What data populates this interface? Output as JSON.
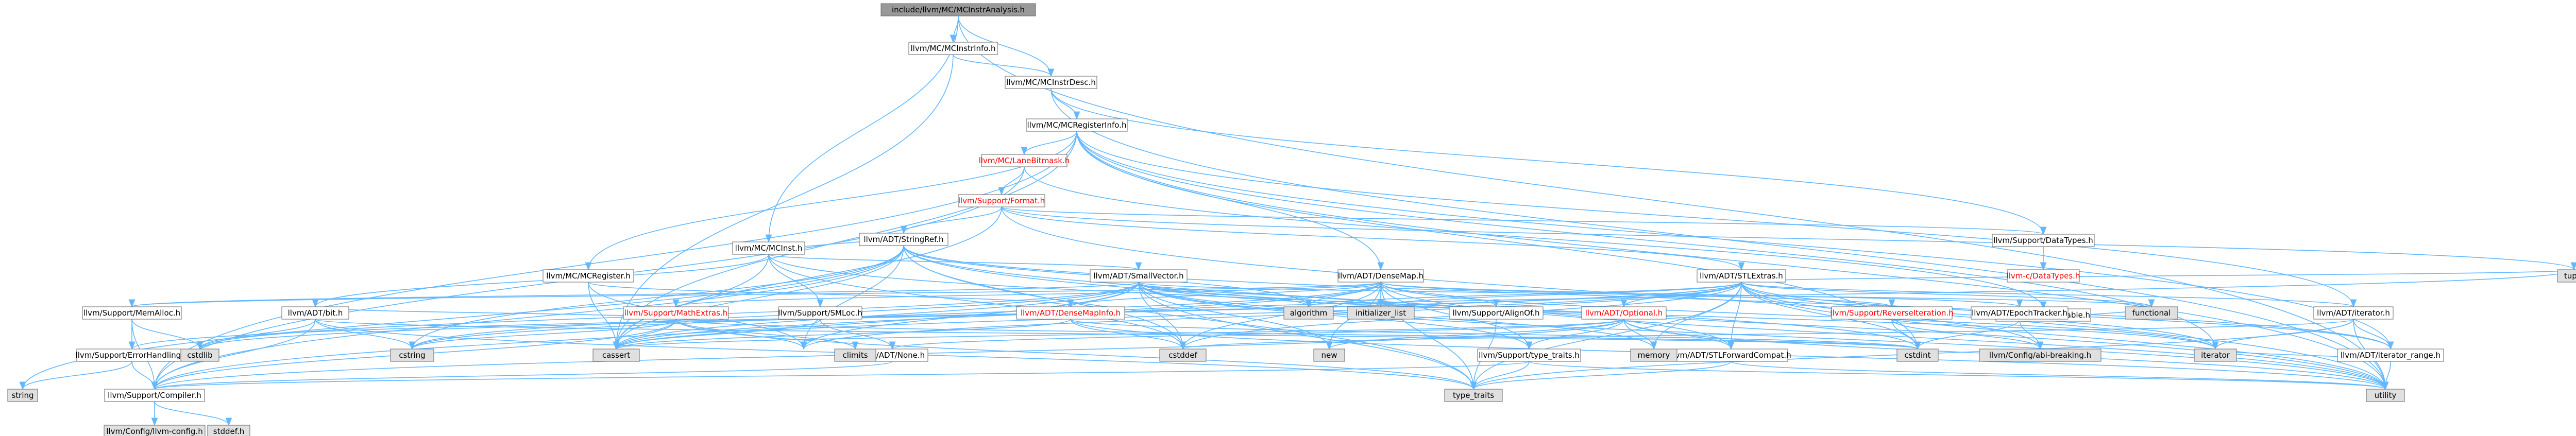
{
  "graph": {
    "edge_color": "#63b8ff",
    "node_fill": "#ffffff",
    "node_fill_external": "#e0e0e0",
    "node_fill_focus": "#999999",
    "red_label_color": "#ff0000",
    "nodes": [
      {
        "id": "root",
        "label": "include/llvm/MC/MCInstrAnalysis.h",
        "kind": "focus"
      },
      {
        "id": "mcinstrinfo",
        "label": "llvm/MC/MCInstrInfo.h",
        "kind": "normal"
      },
      {
        "id": "mcinstrdesc",
        "label": "llvm/MC/MCInstrDesc.h",
        "kind": "normal"
      },
      {
        "id": "mcreginfo",
        "label": "llvm/MC/MCRegisterInfo.h",
        "kind": "normal"
      },
      {
        "id": "mclanebitmask",
        "label": "llvm/MC/LaneBitmask.h",
        "kind": "red"
      },
      {
        "id": "mcinst",
        "label": "llvm/MC/MCInst.h",
        "kind": "normal"
      },
      {
        "id": "format",
        "label": "llvm/Support/Format.h",
        "kind": "red"
      },
      {
        "id": "datatypes",
        "label": "llvm/Support/DataTypes.h",
        "kind": "normal"
      },
      {
        "id": "cdatatypes",
        "label": "llvm-c/DataTypes.h",
        "kind": "red"
      },
      {
        "id": "printable",
        "label": "llvm/Support/Printable.h",
        "kind": "normal"
      },
      {
        "id": "stringref",
        "label": "llvm/ADT/StringRef.h",
        "kind": "normal"
      },
      {
        "id": "mcregister",
        "label": "llvm/MC/MCRegister.h",
        "kind": "normal"
      },
      {
        "id": "smallvector",
        "label": "llvm/ADT/SmallVector.h",
        "kind": "normal"
      },
      {
        "id": "densemap",
        "label": "llvm/ADT/DenseMap.h",
        "kind": "normal"
      },
      {
        "id": "stlextras",
        "label": "llvm/ADT/STLExtras.h",
        "kind": "normal"
      },
      {
        "id": "iterator",
        "label": "llvm/ADT/iterator.h",
        "kind": "normal"
      },
      {
        "id": "memalloc",
        "label": "llvm/Support/MemAlloc.h",
        "kind": "normal"
      },
      {
        "id": "bit",
        "label": "llvm/ADT/bit.h",
        "kind": "normal"
      },
      {
        "id": "smloc",
        "label": "llvm/Support/SMLoc.h",
        "kind": "normal"
      },
      {
        "id": "mathextras",
        "label": "llvm/Support/MathExtras.h",
        "kind": "red"
      },
      {
        "id": "densemapinfo",
        "label": "llvm/ADT/DenseMapInfo.h",
        "kind": "red"
      },
      {
        "id": "alignof",
        "label": "llvm/Support/AlignOf.h",
        "kind": "normal"
      },
      {
        "id": "optional",
        "label": "llvm/ADT/Optional.h",
        "kind": "red"
      },
      {
        "id": "reverseiteration",
        "label": "llvm/Support/ReverseIteration.h",
        "kind": "red"
      },
      {
        "id": "epochtracker",
        "label": "llvm/ADT/EpochTracker.h",
        "kind": "normal"
      },
      {
        "id": "errorhandling",
        "label": "llvm/Support/ErrorHandling.h",
        "kind": "normal"
      },
      {
        "id": "none",
        "label": "llvm/ADT/None.h",
        "kind": "normal"
      },
      {
        "id": "typetraits",
        "label": "llvm/Support/type_traits.h",
        "kind": "normal"
      },
      {
        "id": "stlforwardcompat",
        "label": "llvm/ADT/STLForwardCompat.h",
        "kind": "normal"
      },
      {
        "id": "iteratorrange",
        "label": "llvm/ADT/iterator_range.h",
        "kind": "normal"
      },
      {
        "id": "compiler",
        "label": "llvm/Support/Compiler.h",
        "kind": "normal"
      },
      {
        "id": "llvmconfig",
        "label": "llvm/Config/llvm-config.h",
        "kind": "external"
      },
      {
        "id": "abibreaking",
        "label": "llvm/Config/abi-breaking.h",
        "kind": "external"
      },
      {
        "id": "stddef",
        "label": "stddef.h",
        "kind": "external"
      },
      {
        "id": "algorithm",
        "label": "algorithm",
        "kind": "external"
      },
      {
        "id": "initlist",
        "label": "initializer_list",
        "kind": "external"
      },
      {
        "id": "functional",
        "label": "functional",
        "kind": "external"
      },
      {
        "id": "tuple",
        "label": "tuple",
        "kind": "external"
      },
      {
        "id": "cstring",
        "label": "cstring",
        "kind": "external"
      },
      {
        "id": "cassert",
        "label": "cassert",
        "kind": "external"
      },
      {
        "id": "climits",
        "label": "climits",
        "kind": "external"
      },
      {
        "id": "cstddef",
        "label": "cstddef",
        "kind": "external"
      },
      {
        "id": "new",
        "label": "new",
        "kind": "external"
      },
      {
        "id": "memory",
        "label": "memory",
        "kind": "external"
      },
      {
        "id": "cstdint",
        "label": "cstdint",
        "kind": "external"
      },
      {
        "id": "iteratorstd",
        "label": "iterator",
        "kind": "external"
      },
      {
        "id": "utility",
        "label": "utility",
        "kind": "external"
      },
      {
        "id": "typetraitsstd",
        "label": "type_traits",
        "kind": "external"
      },
      {
        "id": "cstdlib",
        "label": "cstdlib",
        "kind": "external"
      },
      {
        "id": "string",
        "label": "string",
        "kind": "external"
      }
    ],
    "edges": [
      [
        "root",
        "mcinstrinfo"
      ],
      [
        "root",
        "mcinstrdesc"
      ],
      [
        "root",
        "mcinst"
      ],
      [
        "root",
        "utility"
      ],
      [
        "mcinstrinfo",
        "mcinstrdesc"
      ],
      [
        "mcinstrinfo",
        "cassert"
      ],
      [
        "mcinstrdesc",
        "mcreginfo"
      ],
      [
        "mcinstrdesc",
        "datatypes"
      ],
      [
        "mcinstrdesc",
        "utility"
      ],
      [
        "mcreginfo",
        "mclanebitmask"
      ],
      [
        "mcreginfo",
        "mcregister"
      ],
      [
        "mcreginfo",
        "densemap"
      ],
      [
        "mcreginfo",
        "iteratorrange"
      ],
      [
        "mcreginfo",
        "cassert"
      ],
      [
        "mcreginfo",
        "cstdint"
      ],
      [
        "mcreginfo",
        "iteratorstd"
      ],
      [
        "mcreginfo",
        "utility"
      ],
      [
        "mcreginfo",
        "compiler"
      ],
      [
        "mcreginfo",
        "iterator"
      ],
      [
        "mclanebitmask",
        "format"
      ],
      [
        "mclanebitmask",
        "printable"
      ],
      [
        "mclanebitmask",
        "compiler"
      ],
      [
        "format",
        "stringref"
      ],
      [
        "format",
        "stlextras"
      ],
      [
        "format",
        "datatypes"
      ],
      [
        "format",
        "cassert"
      ],
      [
        "format",
        "utility"
      ],
      [
        "format",
        "tuple"
      ],
      [
        "datatypes",
        "cdatatypes"
      ],
      [
        "printable",
        "functional"
      ],
      [
        "mcinst",
        "stringref"
      ],
      [
        "mcinst",
        "smallvector"
      ],
      [
        "mcinst",
        "smloc"
      ],
      [
        "mcinst",
        "bit"
      ],
      [
        "mcinst",
        "cassert"
      ],
      [
        "mcinst",
        "cstddef"
      ],
      [
        "mcinst",
        "cstdint"
      ],
      [
        "stringref",
        "stlforwardcompat"
      ],
      [
        "stringref",
        "iteratorrange"
      ],
      [
        "stringref",
        "compiler"
      ],
      [
        "stringref",
        "algorithm"
      ],
      [
        "stringref",
        "cassert"
      ],
      [
        "stringref",
        "cstddef"
      ],
      [
        "stringref",
        "cstring"
      ],
      [
        "stringref",
        "limits"
      ],
      [
        "stringref",
        "string"
      ],
      [
        "stringref",
        "typetraitsstd"
      ],
      [
        "stringref",
        "utility"
      ],
      [
        "mcregister",
        "densemapinfo"
      ],
      [
        "mcregister",
        "cassert"
      ],
      [
        "mcregister",
        "limits"
      ],
      [
        "smallvector",
        "memalloc"
      ],
      [
        "smallvector",
        "typetraits"
      ],
      [
        "smallvector",
        "compiler"
      ],
      [
        "smallvector",
        "algorithm"
      ],
      [
        "smallvector",
        "cassert"
      ],
      [
        "smallvector",
        "cstddef"
      ],
      [
        "smallvector",
        "cstdlib"
      ],
      [
        "smallvector",
        "cstring"
      ],
      [
        "smallvector",
        "functional"
      ],
      [
        "smallvector",
        "initlist"
      ],
      [
        "smallvector",
        "iteratorstd"
      ],
      [
        "smallvector",
        "limits"
      ],
      [
        "smallvector",
        "memory"
      ],
      [
        "smallvector",
        "new"
      ],
      [
        "smallvector",
        "typetraitsstd"
      ],
      [
        "smallvector",
        "utility"
      ],
      [
        "densemap",
        "densemapinfo"
      ],
      [
        "densemap",
        "epochtracker"
      ],
      [
        "densemap",
        "alignof"
      ],
      [
        "densemap",
        "mathextras"
      ],
      [
        "densemap",
        "memalloc"
      ],
      [
        "densemap",
        "reverseiteration"
      ],
      [
        "densemap",
        "typetraits"
      ],
      [
        "densemap",
        "algorithm"
      ],
      [
        "densemap",
        "cassert"
      ],
      [
        "densemap",
        "cstddef"
      ],
      [
        "densemap",
        "cstring"
      ],
      [
        "densemap",
        "initlist"
      ],
      [
        "densemap",
        "iteratorstd"
      ],
      [
        "densemap",
        "new"
      ],
      [
        "densemap",
        "typetraitsstd"
      ],
      [
        "densemap",
        "utility"
      ],
      [
        "stlextras",
        "optional"
      ],
      [
        "stlextras",
        "stlforwardcompat"
      ],
      [
        "stlextras",
        "iterator"
      ],
      [
        "stlextras",
        "iteratorrange"
      ],
      [
        "stlextras",
        "errorhandling"
      ],
      [
        "stlextras",
        "algorithm"
      ],
      [
        "stlextras",
        "cassert"
      ],
      [
        "stlextras",
        "cstddef"
      ],
      [
        "stlextras",
        "cstdint"
      ],
      [
        "stlextras",
        "cstdlib"
      ],
      [
        "stlextras",
        "functional"
      ],
      [
        "stlextras",
        "initlist"
      ],
      [
        "stlextras",
        "iteratorstd"
      ],
      [
        "stlextras",
        "limits"
      ],
      [
        "stlextras",
        "memory"
      ],
      [
        "stlextras",
        "tuple"
      ],
      [
        "stlextras",
        "typetraitsstd"
      ],
      [
        "stlextras",
        "utility"
      ],
      [
        "stlextras",
        "abibreaking"
      ],
      [
        "iterator",
        "iteratorrange"
      ],
      [
        "iterator",
        "cstddef"
      ],
      [
        "iterator",
        "iteratorstd"
      ],
      [
        "iterator",
        "typetraitsstd"
      ],
      [
        "iterator",
        "utility"
      ],
      [
        "iteratorrange",
        "iteratorstd"
      ],
      [
        "iteratorrange",
        "utility"
      ],
      [
        "memalloc",
        "compiler"
      ],
      [
        "memalloc",
        "errorhandling"
      ],
      [
        "memalloc",
        "cstdlib"
      ],
      [
        "errorhandling",
        "compiler"
      ],
      [
        "errorhandling",
        "string"
      ],
      [
        "bit",
        "compiler"
      ],
      [
        "bit",
        "cstdint"
      ],
      [
        "bit",
        "cstring"
      ],
      [
        "bit",
        "typetraitsstd"
      ],
      [
        "bit",
        "cstdlib"
      ],
      [
        "smloc",
        "none"
      ],
      [
        "smloc",
        "cassert"
      ],
      [
        "mathextras",
        "compiler"
      ],
      [
        "mathextras",
        "bit"
      ],
      [
        "mathextras",
        "cassert"
      ],
      [
        "mathextras",
        "climits"
      ],
      [
        "mathextras",
        "cstdint"
      ],
      [
        "mathextras",
        "cstring"
      ],
      [
        "mathextras",
        "limits"
      ],
      [
        "mathextras",
        "typetraitsstd"
      ],
      [
        "densemapinfo",
        "cassert"
      ],
      [
        "densemapinfo",
        "cstddef"
      ],
      [
        "densemapinfo",
        "cstdint"
      ],
      [
        "densemapinfo",
        "tuple"
      ],
      [
        "densemapinfo",
        "utility"
      ],
      [
        "alignof",
        "typetraitsstd"
      ],
      [
        "optional",
        "none"
      ],
      [
        "optional",
        "stlforwardcompat"
      ],
      [
        "optional",
        "compiler"
      ],
      [
        "optional",
        "typetraits"
      ],
      [
        "optional",
        "cassert"
      ],
      [
        "optional",
        "new"
      ],
      [
        "optional",
        "utility"
      ],
      [
        "optional",
        "memory"
      ],
      [
        "reverseiteration",
        "abibreaking"
      ],
      [
        "reverseiteration",
        "cstdint"
      ],
      [
        "epochtracker",
        "abibreaking"
      ],
      [
        "epochtracker",
        "cstdint"
      ],
      [
        "none",
        "compiler"
      ],
      [
        "typetraits",
        "compiler"
      ],
      [
        "typetraits",
        "typetraitsstd"
      ],
      [
        "typetraits",
        "utility"
      ],
      [
        "stlforwardcompat",
        "typetraitsstd"
      ],
      [
        "stlforwardcompat",
        "utility"
      ],
      [
        "compiler",
        "llvmconfig"
      ],
      [
        "compiler",
        "stddef"
      ]
    ]
  }
}
